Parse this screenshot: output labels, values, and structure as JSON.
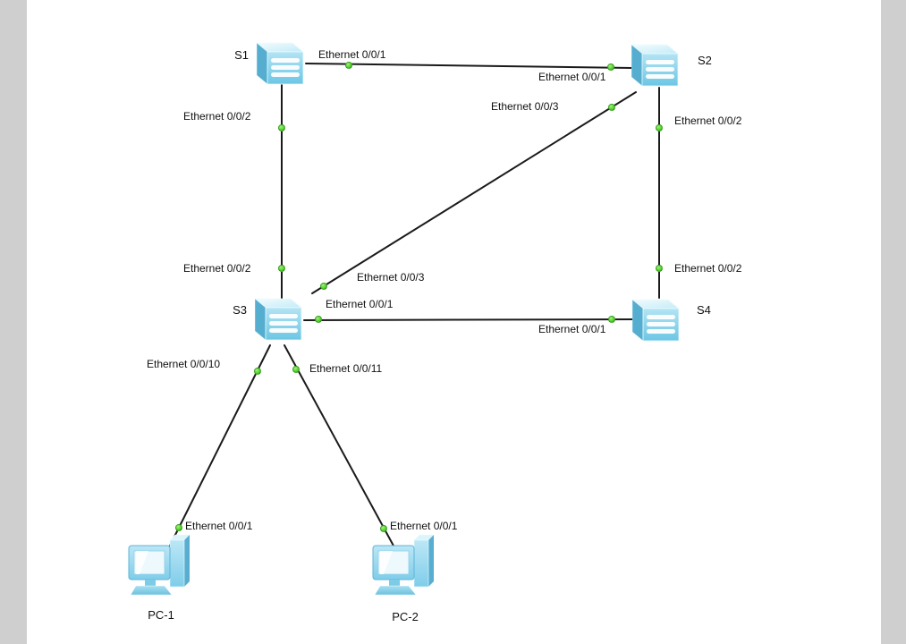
{
  "nodes": {
    "s1": {
      "label": "S1",
      "type": "switch"
    },
    "s2": {
      "label": "S2",
      "type": "switch"
    },
    "s3": {
      "label": "S3",
      "type": "switch"
    },
    "s4": {
      "label": "S4",
      "type": "switch"
    },
    "pc1": {
      "label": "PC-1",
      "type": "pc"
    },
    "pc2": {
      "label": "PC-2",
      "type": "pc"
    }
  },
  "links": [
    {
      "from": "S1",
      "to": "S2",
      "from_port": "Ethernet 0/0/1",
      "to_port": "Ethernet 0/0/1"
    },
    {
      "from": "S1",
      "to": "S3",
      "from_port": "Ethernet 0/0/2",
      "to_port": "Ethernet 0/0/2"
    },
    {
      "from": "S2",
      "to": "S3",
      "from_port": "Ethernet 0/0/3",
      "to_port": "Ethernet 0/0/3"
    },
    {
      "from": "S2",
      "to": "S4",
      "from_port": "Ethernet 0/0/2",
      "to_port": "Ethernet 0/0/2"
    },
    {
      "from": "S3",
      "to": "S4",
      "from_port": "Ethernet 0/0/1",
      "to_port": "Ethernet 0/0/1"
    },
    {
      "from": "S3",
      "to": "PC-1",
      "from_port": "Ethernet 0/0/10",
      "to_port": "Ethernet 0/0/1"
    },
    {
      "from": "S3",
      "to": "PC-2",
      "from_port": "Ethernet 0/0/11",
      "to_port": "Ethernet 0/0/1"
    }
  ],
  "colors": {
    "port_indicator": "#4fd32c",
    "link": "#1a1a1a",
    "device_fill": "#9ddcf0"
  }
}
